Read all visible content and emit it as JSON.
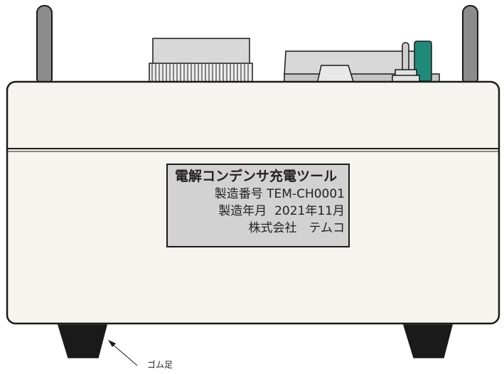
{
  "nameplate": {
    "title": "電解コンデンサ充電ツール",
    "serial": "製造番号 TEM-CH0001",
    "date": "製造年月  2021年11月",
    "maker": "株式会社　テムコ"
  },
  "callouts": {
    "rubber_feet": "ゴム足"
  },
  "colors": {
    "case_fill": "#f5f4ee",
    "nameplate_fill": "#d2d2d2",
    "feet_fill": "#1a1a1a",
    "rods_fill": "#8c8c8c",
    "toggle_lever": "#1f8a7a",
    "outline": "#1a1a1a"
  },
  "icons": [
    "toggle-switch-icon",
    "terminal-knob-icon"
  ]
}
